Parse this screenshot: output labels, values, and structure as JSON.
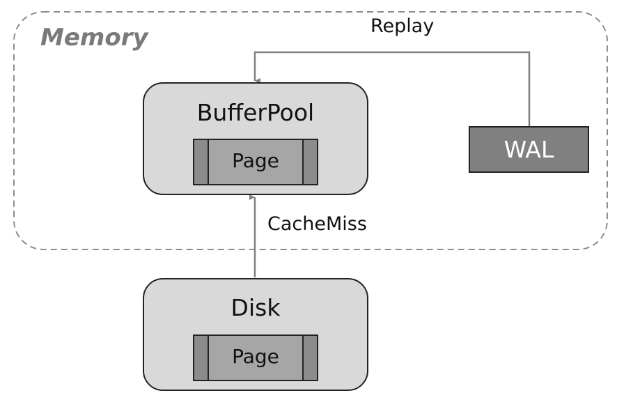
{
  "diagram": {
    "memory_region": {
      "label": "Memory"
    },
    "buffer_pool": {
      "title": "BufferPool",
      "page_label": "Page"
    },
    "disk": {
      "title": "Disk",
      "page_label": "Page"
    },
    "wal": {
      "label": "WAL"
    },
    "edges": {
      "replay": {
        "label": "Replay",
        "from": "WAL",
        "to": "BufferPool"
      },
      "cache_miss": {
        "label": "CacheMiss",
        "from": "Disk",
        "to": "BufferPool"
      }
    },
    "colors": {
      "box_fill": "#d9d9d9",
      "page_fill": "#a6a6a6",
      "page_side": "#8c8c8c",
      "wal_fill": "#808080",
      "line": "#808080",
      "stroke": "#222222",
      "dashed_border": "#8c8c8c"
    }
  }
}
